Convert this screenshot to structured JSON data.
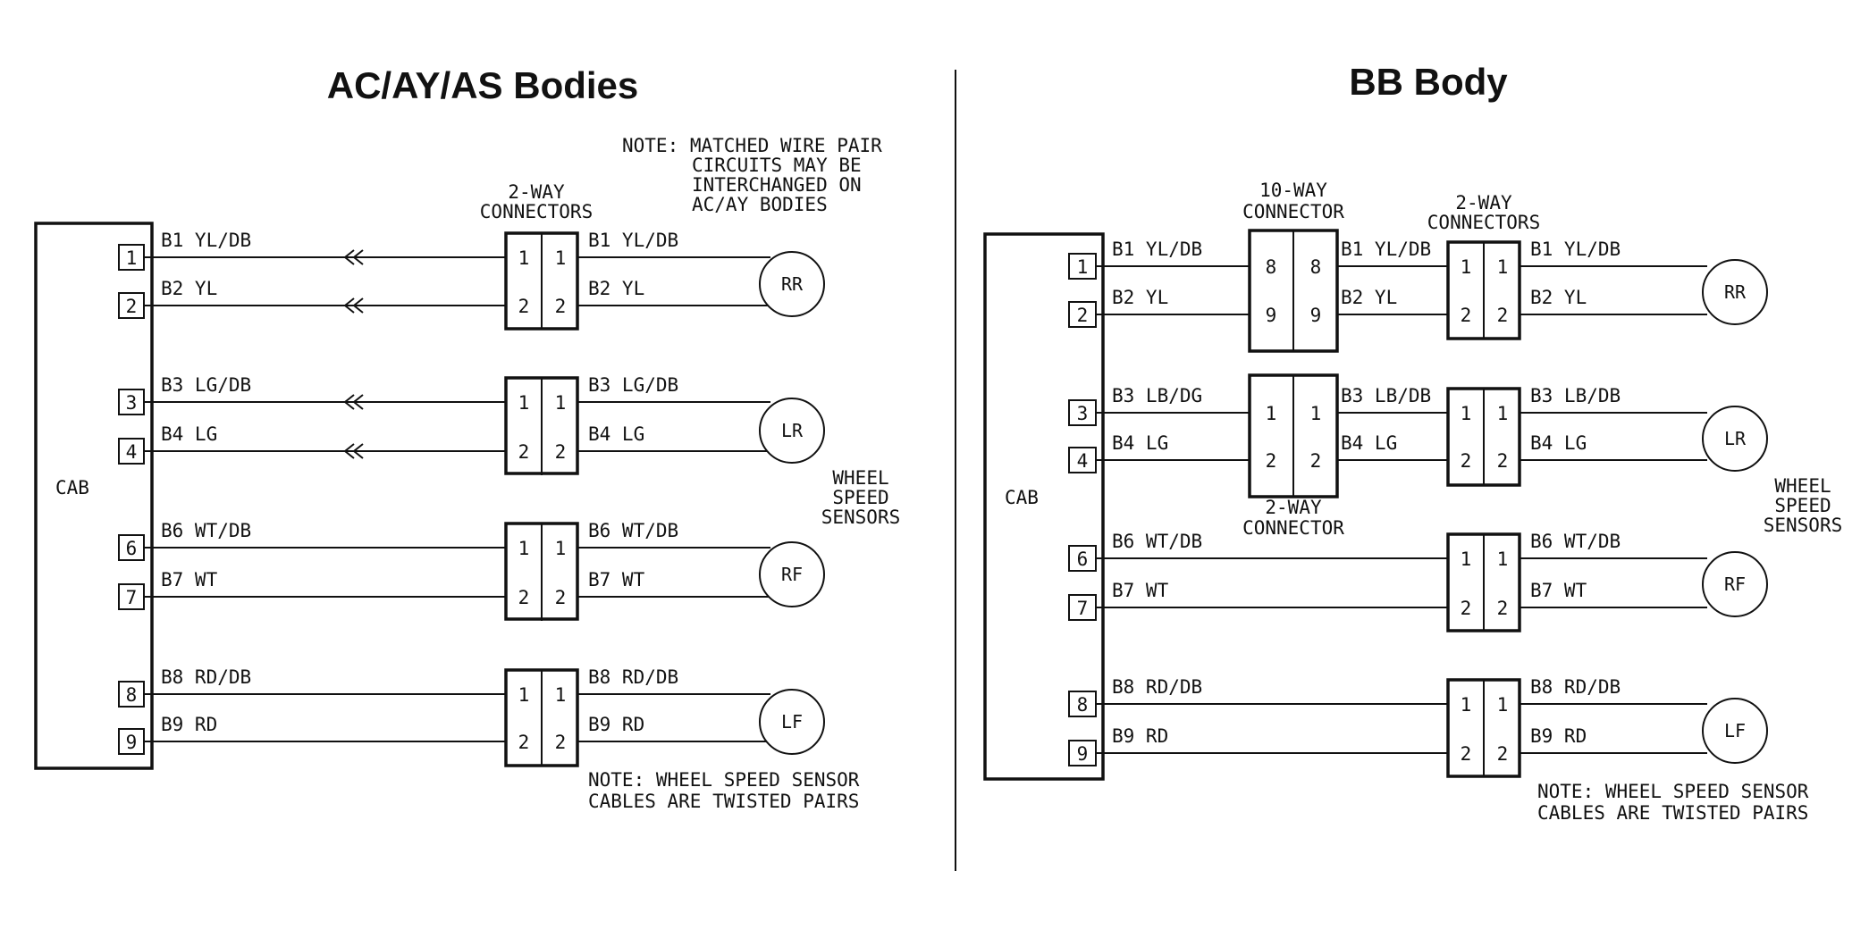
{
  "left": {
    "title": "AC/AY/AS Bodies",
    "module_label": "CAB",
    "pins": [
      "1",
      "2",
      "3",
      "4",
      "6",
      "7",
      "8",
      "9"
    ],
    "wires": [
      "B1 YL/DB",
      "B2 YL",
      "B3 LG/DB",
      "B4 LG",
      "B6 WT/DB",
      "B7 WT",
      "B8 RD/DB",
      "B9 RD"
    ],
    "connector_title": [
      "2-WAY",
      "CONNECTORS"
    ],
    "connector_pins": [
      "1",
      "2"
    ],
    "sensors": [
      "RR",
      "LR",
      "RF",
      "LF"
    ],
    "note_top": [
      "NOTE: MATCHED WIRE PAIR",
      "CIRCUITS MAY BE",
      "INTERCHANGED ON",
      "AC/AY BODIES"
    ],
    "wheel_label": [
      "WHEEL",
      "SPEED",
      "SENSORS"
    ],
    "note_bottom": [
      "NOTE: WHEEL SPEED SENSOR",
      "CABLES ARE TWISTED PAIRS"
    ]
  },
  "right": {
    "title": "BB Body",
    "module_label": "CAB",
    "pins": [
      "1",
      "2",
      "3",
      "4",
      "6",
      "7",
      "8",
      "9"
    ],
    "wires": [
      "B1 YL/DB",
      "B2 YL",
      "B3 LB/DG",
      "B4 LG",
      "B6 WT/DB",
      "B7 WT",
      "B8 RD/DB",
      "B9 RD"
    ],
    "ten_way_title": [
      "10-WAY",
      "CONNECTOR"
    ],
    "ten_way_pins": [
      "8",
      "9"
    ],
    "mid_connector_title": [
      "2-WAY",
      "CONNECTOR"
    ],
    "mid_connector_pins": [
      "1",
      "2"
    ],
    "mid_wires": [
      "B1 YL/DB",
      "B2 YL",
      "B3 LB/DB",
      "B4 LG"
    ],
    "connector_title": [
      "2-WAY",
      "CONNECTORS"
    ],
    "connector_pins": [
      "1",
      "2"
    ],
    "out_wires": [
      "B1 YL/DB",
      "B2 YL",
      "B3 LB/DB",
      "B4 LG",
      "B6 WT/DB",
      "B7 WT",
      "B8 RD/DB",
      "B9 RD"
    ],
    "sensors": [
      "RR",
      "LR",
      "RF",
      "LF"
    ],
    "wheel_label": [
      "WHEEL",
      "SPEED",
      "SENSORS"
    ],
    "note_bottom": [
      "NOTE: WHEEL SPEED SENSOR",
      "CABLES ARE TWISTED PAIRS"
    ]
  }
}
